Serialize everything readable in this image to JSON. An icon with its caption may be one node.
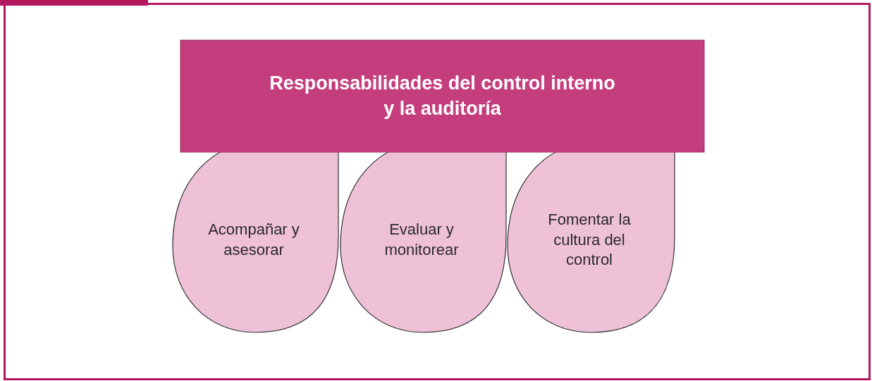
{
  "diagram": {
    "nodes": [
      {
        "text": [
          "Responsabilidades del control interno y la auditoría"
        ]
      },
      {
        "text": [
          "Acompañar y asesorar"
        ]
      },
      {
        "text": [
          "Evaluar y monitorear"
        ]
      },
      {
        "text": [
          "Fomentar la cultura del control"
        ]
      }
    ]
  }
}
